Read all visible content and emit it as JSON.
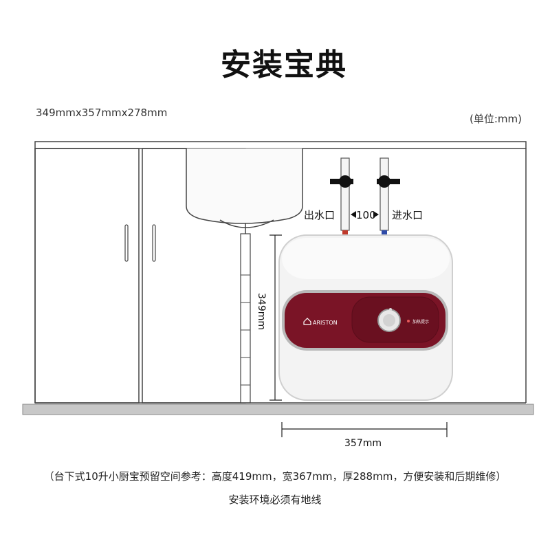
{
  "title": "安装宝典",
  "dimensions_text": "349mmx357mmx278mm",
  "unit_text": "(单位:mm)",
  "outlet_label": "出水口",
  "inlet_label": "进水口",
  "pipe_spacing": "100",
  "height_label": "349mm",
  "width_label": "357mm",
  "brand": "ARISTON",
  "panel_text": "加热提示",
  "note": "（台下式10升小厨宝预留空间参考：高度419mm，宽367mm，厚288mm，方便安装和后期维修）",
  "note2": "安装环境必须有地线",
  "colors": {
    "heater_band": "#7a1426",
    "heater_body": "#f2f2f2",
    "cabinet_line": "#444444",
    "floor": "#c8c8c8"
  }
}
